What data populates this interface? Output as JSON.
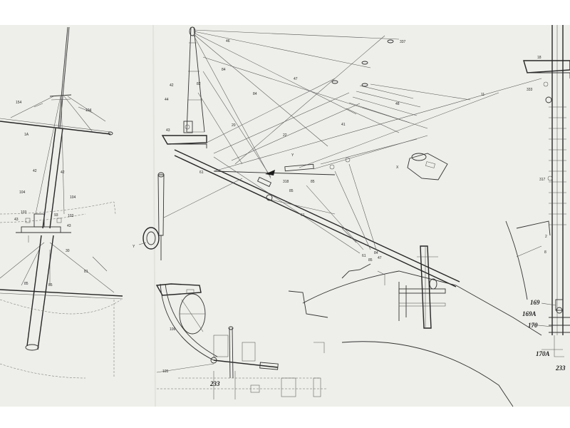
{
  "labels": {
    "l154": "154",
    "l104a": "104",
    "l1a": "1A",
    "l42a": "42",
    "l42b": "42",
    "l104b": "104",
    "l104c": "104",
    "l43a": "43",
    "l103": "103",
    "l93": "93",
    "l103b": "103",
    "l43b": "43",
    "l30": "30",
    "l85a": "85",
    "l85b": "85",
    "l81": "81",
    "l46": "46",
    "l47": "47",
    "l337a": "337",
    "l42c": "42",
    "l44": "44",
    "l82": "82",
    "l84a": "84",
    "l84b": "84",
    "l43c": "43",
    "l20": "20",
    "l22": "22",
    "l48": "48",
    "l11": "11",
    "l333": "333",
    "l41": "41",
    "l61a": "61",
    "l61b": "61",
    "l318": "318",
    "l85c": "85",
    "l85d": "85",
    "ly1": "Y",
    "ly2": "Y",
    "lx": "X",
    "l61c": "61",
    "l85e": "85",
    "l84c": "84",
    "l47b": "47",
    "l317": "317",
    "l2": "2",
    "l8": "8",
    "l18": "18",
    "l106": "106",
    "l105": "105",
    "l233a": "233",
    "l169": "169",
    "l169a": "169A",
    "l170": "170",
    "l170a": "170A",
    "l233b": "233"
  },
  "colors": {
    "paper": "#eeeeea",
    "ink": "#2b2b2b",
    "border": "#ffffff"
  }
}
